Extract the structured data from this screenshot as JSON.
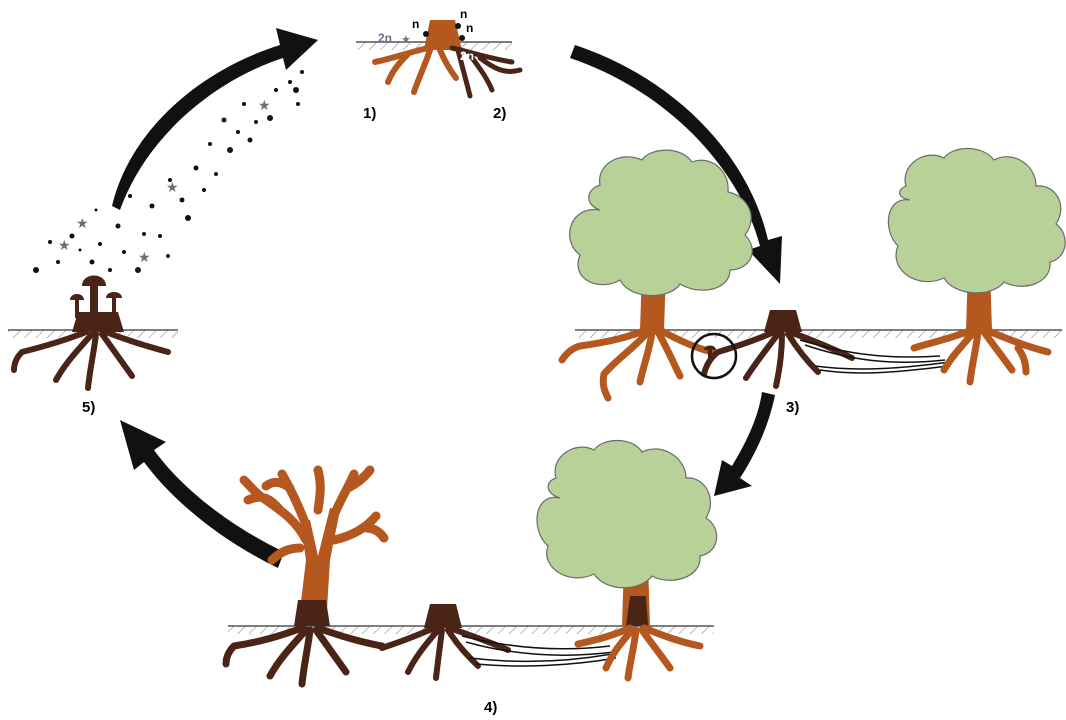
{
  "stages": [
    {
      "label": "1)"
    },
    {
      "label": "2)"
    },
    {
      "label": "3)"
    },
    {
      "label": "4)"
    },
    {
      "label": "5)"
    }
  ],
  "ploidy_marks": {
    "diploid": "2n",
    "haploid": "n"
  },
  "colors": {
    "bark": "#b5581f",
    "fungus": "#4a2417",
    "canopy": "#b8d199",
    "canopy_edge": "#6b6b6b",
    "arrow": "#111111",
    "ground": "#555555",
    "spore": "#111111",
    "spore_star": "#6d6d6d"
  },
  "icons": [
    "cycle-arrow",
    "tree",
    "stump",
    "mushroom",
    "spore",
    "rhizomorph",
    "magnifier-circle"
  ]
}
